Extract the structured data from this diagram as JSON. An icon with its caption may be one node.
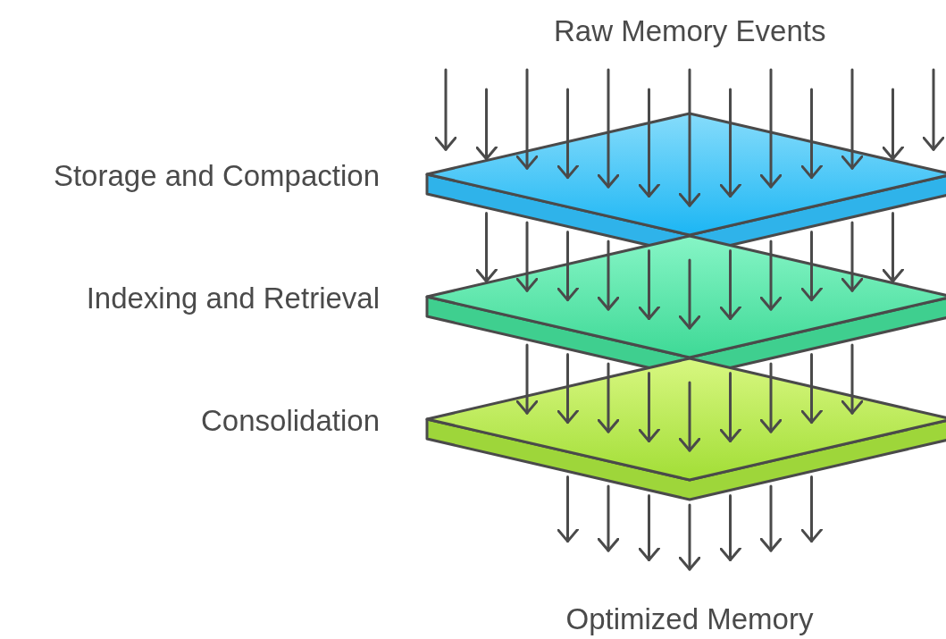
{
  "diagram": {
    "nodes": [
      {
        "text": [
          "Storage and Compaction"
        ]
      },
      {
        "text": [
          "Indexing and Retrieval"
        ]
      },
      {
        "text": [
          "Consolidation"
        ]
      }
    ],
    "edges": [
      {
        "from": null,
        "to": 0,
        "arrow": "to"
      },
      {
        "from": null,
        "to": 0,
        "arrow": "to"
      },
      {
        "from": null,
        "to": 0,
        "arrow": "to"
      },
      {
        "from": null,
        "to": 0,
        "arrow": "to"
      },
      {
        "from": null,
        "to": 0,
        "arrow": "to"
      },
      {
        "from": null,
        "to": 0,
        "arrow": "to"
      },
      {
        "from": null,
        "to": 0,
        "arrow": "to"
      },
      {
        "from": null,
        "to": 0,
        "arrow": "to"
      },
      {
        "from": null,
        "to": 0,
        "arrow": "to"
      },
      {
        "from": null,
        "to": 0,
        "arrow": "to"
      },
      {
        "from": null,
        "to": 0,
        "arrow": "to"
      },
      {
        "from": null,
        "to": 0,
        "arrow": "to"
      },
      {
        "from": null,
        "to": 0,
        "arrow": "to"
      },
      {
        "from": 0,
        "to": 1,
        "arrow": "to"
      },
      {
        "from": 0,
        "to": 1,
        "arrow": "to"
      },
      {
        "from": 0,
        "to": 1,
        "arrow": "to"
      },
      {
        "from": 0,
        "to": 1,
        "arrow": "to"
      },
      {
        "from": 0,
        "to": 1,
        "arrow": "to"
      },
      {
        "from": 0,
        "to": 1,
        "arrow": "to"
      },
      {
        "from": 0,
        "to": 1,
        "arrow": "to"
      },
      {
        "from": 0,
        "to": 1,
        "arrow": "to"
      },
      {
        "from": 0,
        "to": 1,
        "arrow": "to"
      },
      {
        "from": 0,
        "to": 1,
        "arrow": "to"
      },
      {
        "from": 0,
        "to": 1,
        "arrow": "to"
      },
      {
        "from": 1,
        "to": 2,
        "arrow": "to"
      },
      {
        "from": 1,
        "to": 2,
        "arrow": "to"
      },
      {
        "from": 1,
        "to": 2,
        "arrow": "to"
      },
      {
        "from": 1,
        "to": 2,
        "arrow": "to"
      },
      {
        "from": 1,
        "to": 2,
        "arrow": "to"
      },
      {
        "from": 1,
        "to": 2,
        "arrow": "to"
      },
      {
        "from": 1,
        "to": 2,
        "arrow": "to"
      },
      {
        "from": 1,
        "to": 2,
        "arrow": "to"
      },
      {
        "from": 1,
        "to": 2,
        "arrow": "to"
      },
      {
        "from": 2,
        "to": null,
        "arrow": "to"
      },
      {
        "from": 2,
        "to": null,
        "arrow": "to"
      },
      {
        "from": 2,
        "to": null,
        "arrow": "to"
      },
      {
        "from": 2,
        "to": null,
        "arrow": "to"
      },
      {
        "from": 2,
        "to": null,
        "arrow": "to"
      },
      {
        "from": 2,
        "to": null,
        "arrow": "to"
      },
      {
        "from": 2,
        "to": null,
        "arrow": "to"
      }
    ],
    "labels": [
      "Raw Memory Events",
      "Optimized Memory"
    ]
  }
}
